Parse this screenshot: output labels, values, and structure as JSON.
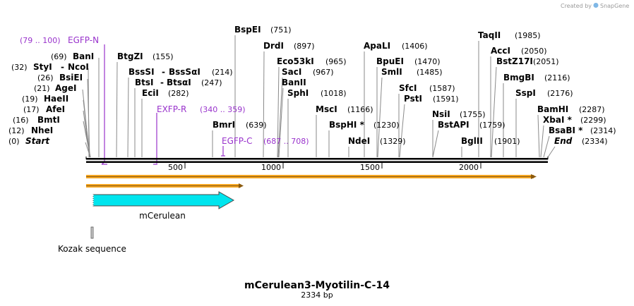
{
  "credit": {
    "prefix": "Created by",
    "brand": "SnapGene"
  },
  "title": "mCerulean3-Myotilin-C-14",
  "length_label": "2334 bp",
  "scale": {
    "ticks": [
      "500",
      "1000",
      "1500",
      "2000"
    ]
  },
  "colors": {
    "primer": "#9933cc",
    "orf": "#f5a623",
    "feature": "#00e5ee",
    "backbone": "#000000"
  },
  "sites": [
    {
      "name": "Start",
      "pos": "(0)",
      "italic": true
    },
    {
      "name": "NheI",
      "pos": "(12)"
    },
    {
      "name": "BmtI",
      "pos": "(16)"
    },
    {
      "name": "AfeI",
      "pos": "(17)"
    },
    {
      "name": "HaeII",
      "pos": "(19)"
    },
    {
      "name": "AgeI",
      "pos": "(21)"
    },
    {
      "name": "BsiEI",
      "pos": "(26)"
    },
    {
      "name": "StyI",
      "name2": "NcoI",
      "pos": "(32)"
    },
    {
      "name": "BanI",
      "pos": "(69)"
    },
    {
      "name": "BtgZI",
      "pos": "(155)"
    },
    {
      "name": "BssSI",
      "name2": "BssSαI",
      "pos": "(214)"
    },
    {
      "name": "BtsI",
      "name2": "BtsαI",
      "pos": "(247)"
    },
    {
      "name": "EciI",
      "pos": "(282)"
    },
    {
      "name": "BmrI",
      "pos": "(639)"
    },
    {
      "name": "BspEI",
      "pos": "(751)"
    },
    {
      "name": "DrdI",
      "pos": "(897)"
    },
    {
      "name": "Eco53kI",
      "pos": "(965)"
    },
    {
      "name": "SacI",
      "pos": "(967)"
    },
    {
      "name": "BanII",
      "pos": ""
    },
    {
      "name": "SphI",
      "pos": "(1018)"
    },
    {
      "name": "MscI",
      "pos": "(1166)"
    },
    {
      "name": "BspHI *",
      "pos": "(1230)"
    },
    {
      "name": "NdeI",
      "pos": "(1329)"
    },
    {
      "name": "ApaLI",
      "pos": "(1406)"
    },
    {
      "name": "BpuEI",
      "pos": "(1470)"
    },
    {
      "name": "SmlI",
      "pos": "(1485)"
    },
    {
      "name": "SfcI",
      "pos": "(1587)"
    },
    {
      "name": "PstI",
      "pos": "(1591)"
    },
    {
      "name": "NsiI",
      "pos": "(1755)"
    },
    {
      "name": "BstAPI",
      "pos": "(1759)"
    },
    {
      "name": "BglII",
      "pos": "(1901)"
    },
    {
      "name": "TaqII",
      "pos": "(1985)"
    },
    {
      "name": "AccI",
      "pos": "(2050)"
    },
    {
      "name": "BstZ17I",
      "pos": "(2051)"
    },
    {
      "name": "BmgBI",
      "pos": "(2116)"
    },
    {
      "name": "SspI",
      "pos": "(2176)"
    },
    {
      "name": "BamHI",
      "pos": "(2287)"
    },
    {
      "name": "XbaI *",
      "pos": "(2299)"
    },
    {
      "name": "BsaBI *",
      "pos": "(2314)"
    },
    {
      "name": "End",
      "pos": "(2334)",
      "italic": true
    }
  ],
  "primers": [
    {
      "name": "EGFP-N",
      "range": "(79 .. 100)"
    },
    {
      "name": "EXFP-R",
      "range": "(340 .. 359)"
    },
    {
      "name": "EGFP-C",
      "range": "(687 .. 708)"
    }
  ],
  "features": [
    {
      "name": "mCerulean"
    },
    {
      "name": "Kozak sequence"
    }
  ]
}
